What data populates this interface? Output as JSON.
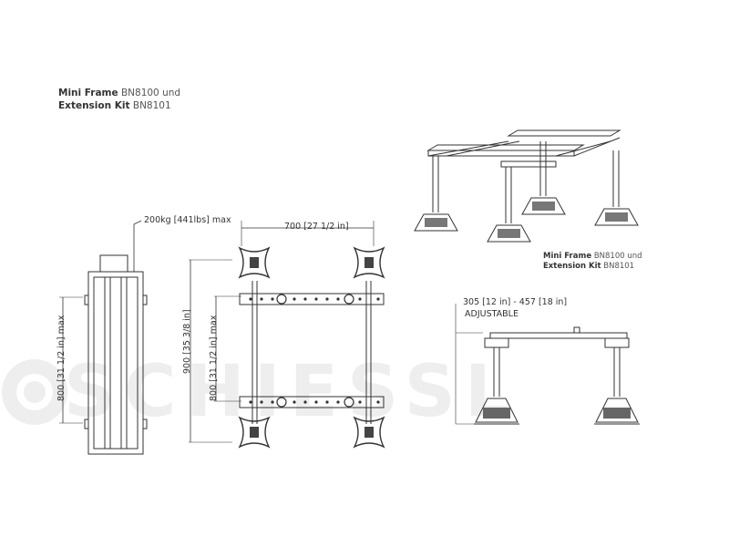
{
  "watermark": {
    "text": "SCHIESSL",
    "logo": "snowflake-circle-logo"
  },
  "title_main": {
    "bold1": "Mini Frame",
    "code1": "BN8100 und",
    "bold2": "Extension Kit",
    "code2": "BN8101"
  },
  "title_iso": {
    "bold1": "Mini Frame",
    "code1": "BN8100 und",
    "bold2": "Extension Kit",
    "code2": "BN8101"
  },
  "dimensions": {
    "load_max": "200kg [441lbs] max",
    "width": "700 [27 1/2 in]",
    "length_total": "900 [35 3/8 in]",
    "length_inner": "800 [31 1/2 in] max",
    "side_height": "800 [31 1/2 in] max",
    "height_range": "305 [12 in] - 457 [18 in]",
    "adjustable": "ADJUSTABLE"
  },
  "colors": {
    "line": "#333333",
    "watermark": "#eeeeee",
    "text": "#555555"
  }
}
